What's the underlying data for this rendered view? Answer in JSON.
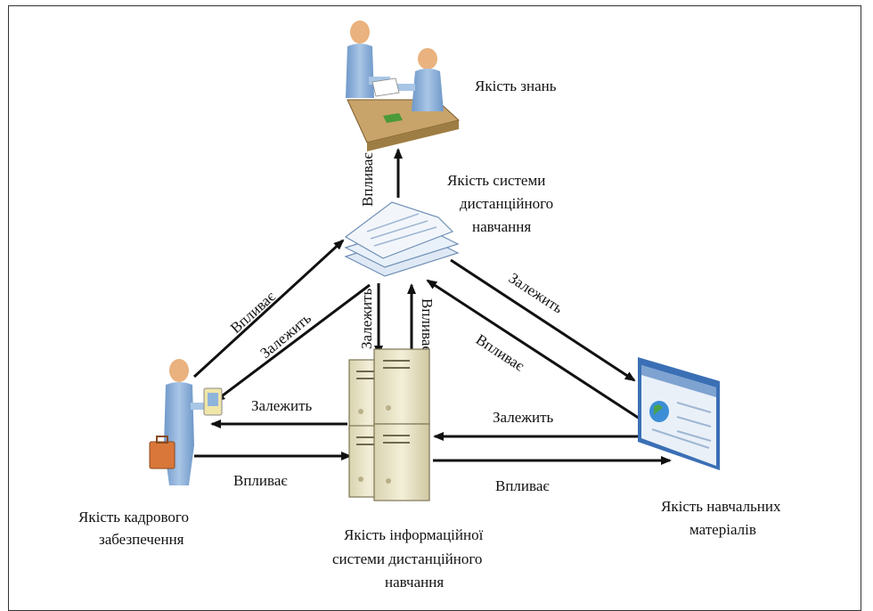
{
  "nodes": {
    "knowledge": {
      "label_lines": [
        "Якість знань"
      ]
    },
    "system": {
      "label_lines": [
        "Якість системи",
        "дистанційного",
        "навчання"
      ]
    },
    "staff": {
      "label_lines": [
        "Якість кадрового",
        "забезпечення"
      ]
    },
    "info_system": {
      "label_lines": [
        "Якість інформаційної",
        "системи дистанційного",
        "навчання"
      ]
    },
    "materials": {
      "label_lines": [
        "Якість навчальних",
        "матеріалів"
      ]
    }
  },
  "edges": {
    "system_to_knowledge": "Впливає",
    "staff_to_system": "Впливає",
    "system_to_staff": "Залежить",
    "system_to_info": "Залежить",
    "info_to_system": "Впливає",
    "system_to_materials": "Залежить",
    "materials_to_system": "Впливає",
    "info_to_staff": "Залежить",
    "staff_to_info": "Впливає",
    "materials_to_info": "Залежить",
    "info_to_materials": "Впливає"
  },
  "colors": {
    "person_body": "#8fb4dc",
    "person_head": "#e9b27e",
    "desk": "#c8a46a",
    "server": "#e9e4c8",
    "document": "#dfe9f5",
    "browser": "#3b6fb5",
    "arrow": "#111111"
  }
}
